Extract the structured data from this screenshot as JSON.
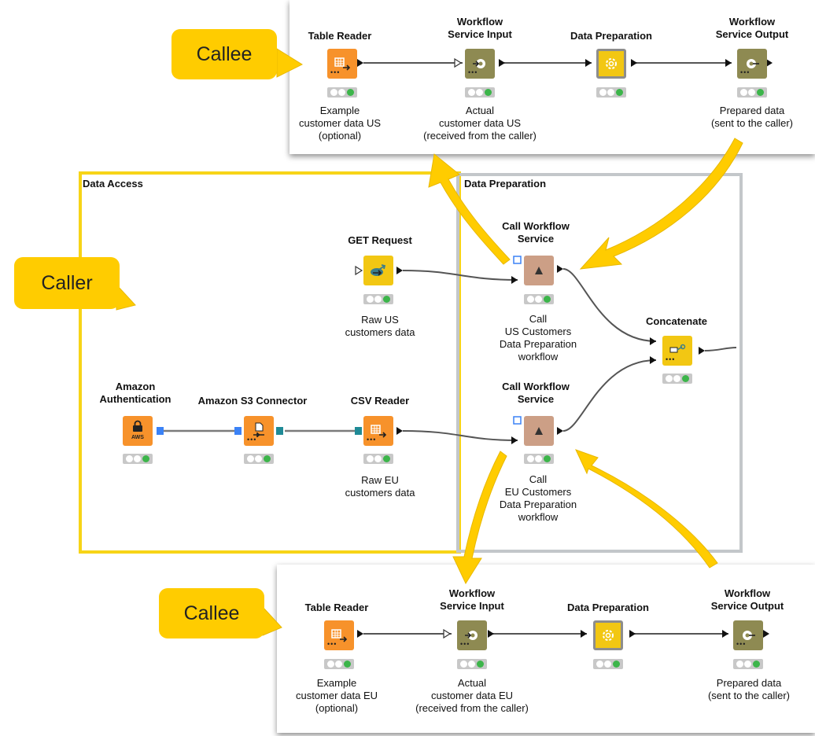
{
  "bubbles": {
    "callee_top": "Callee",
    "caller": "Caller",
    "callee_bottom": "Callee"
  },
  "annotations": {
    "data_access": "Data Access",
    "data_preparation": "Data Preparation"
  },
  "callee_top": {
    "table_reader": {
      "name": "Table Reader",
      "label": "Example\ncustomer data US\n(optional)"
    },
    "service_input": {
      "name": "Workflow\nService Input",
      "label": "Actual\ncustomer data US\n(received from the caller)"
    },
    "data_preparation": {
      "name": "Data Preparation"
    },
    "service_output": {
      "name": "Workflow\nService Output",
      "label": "Prepared data\n(sent to the caller)"
    }
  },
  "caller": {
    "get_request": {
      "name": "GET Request",
      "label": "Raw US\ncustomers data"
    },
    "amazon_auth": {
      "name": "Amazon\nAuthentication",
      "icon_text": "AWS"
    },
    "s3_connector": {
      "name": "Amazon S3 Connector"
    },
    "csv_reader": {
      "name": "CSV Reader",
      "label": "Raw EU\ncustomers data"
    },
    "call_us": {
      "name": "Call Workflow\nService",
      "label": "Call\nUS Customers\nData Preparation\nworkflow"
    },
    "call_eu": {
      "name": "Call Workflow\nService",
      "label": "Call\nEU Customers\nData Preparation\nworkflow"
    },
    "concatenate": {
      "name": "Concatenate"
    }
  },
  "callee_bottom": {
    "table_reader": {
      "name": "Table Reader",
      "label": "Example\ncustomer data EU\n(optional)"
    },
    "service_input": {
      "name": "Workflow\nService Input",
      "label": "Actual\ncustomer data EU\n(received from the caller)"
    },
    "data_preparation": {
      "name": "Data Preparation"
    },
    "service_output": {
      "name": "Workflow\nService Output",
      "label": "Prepared data\n(sent to the caller)"
    }
  },
  "colors": {
    "highlight": "#ffcc00",
    "access_box": "#f7d417",
    "prep_box": "#c3c7ca",
    "reader": "#f7922b",
    "service_io": "#8e8a52",
    "call_service": "#cc9f86",
    "manipulator": "#f2c713",
    "node_ok": "#3cb54a"
  }
}
